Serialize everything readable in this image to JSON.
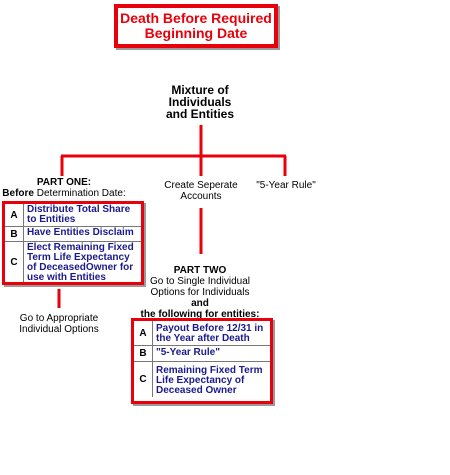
{
  "title": {
    "line1": "Death Before Required",
    "line2": "Beginning Date"
  },
  "root": {
    "line1": "Mixture of",
    "line2": "Individuals",
    "line3": "and Entities"
  },
  "part_one": {
    "heading": "PART ONE:",
    "sub_bold": "Before",
    "sub_rest": " Determination Date:",
    "options": [
      {
        "letter": "A",
        "text": "Distribute Total Share to Entities"
      },
      {
        "letter": "B",
        "text": "Have Entities Disclaim"
      },
      {
        "letter": "C",
        "text": "Elect Remaining Fixed Term Life Expectancy of DeceasedOwner for use with Entities"
      }
    ],
    "result_line1": "Go to Appropriate",
    "result_line2": "Individual Options"
  },
  "separate": {
    "line1": "Create Seperate",
    "line2": "Accounts"
  },
  "five_year": {
    "label": "\"5-Year Rule\""
  },
  "part_two": {
    "heading": "PART TWO",
    "line1": "Go to Single Individual",
    "line2": "Options for Individuals",
    "line3": "and",
    "line4": "the following for entities:",
    "options": [
      {
        "letter": "A",
        "text": "Payout Before 12/31 in the Year after Death"
      },
      {
        "letter": "B",
        "text": "\"5-Year Rule\""
      },
      {
        "letter": "C",
        "text": "Remaining Fixed Term Life Expectancy of Deceased Owner"
      }
    ]
  },
  "colors": {
    "accent": "#e8000a",
    "option_text": "#1a1a8c",
    "connector": "#e8000a"
  }
}
